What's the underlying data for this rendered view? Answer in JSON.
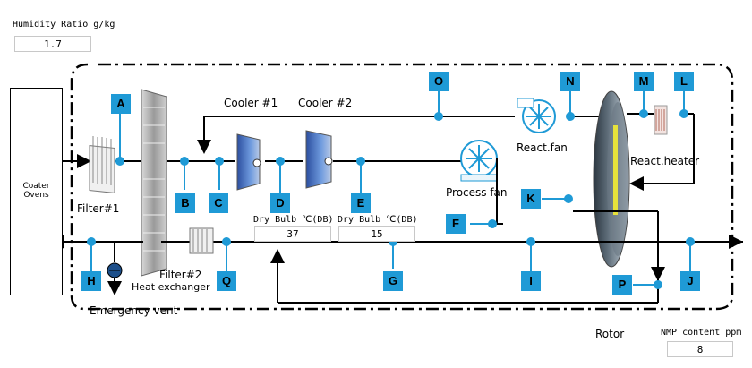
{
  "humidity": {
    "label": "Humidity Ratio g/kg",
    "value": "1.7"
  },
  "nmp": {
    "label": "NMP content ppm",
    "value": "8"
  },
  "oven_label": "Coater Ovens",
  "labels": {
    "filter1": "Filter#1",
    "filter2": "Filter#2",
    "heat_exchanger": "Heat exchanger",
    "emergency_vent": "Emergency vent",
    "cooler1": "Cooler #1",
    "cooler2": "Cooler #2",
    "react_fan": "React.fan",
    "react_heater": "React.heater",
    "process_fan": "Process fan",
    "rotor": "Rotor"
  },
  "dry_bulb": [
    {
      "label": "Dry Bulb ℃(DB)",
      "value": "37"
    },
    {
      "label": "Dry Bulb ℃(DB)",
      "value": "15"
    }
  ],
  "points": [
    "A",
    "B",
    "C",
    "D",
    "E",
    "F",
    "G",
    "H",
    "I",
    "J",
    "K",
    "L",
    "M",
    "N",
    "O",
    "P",
    "Q"
  ],
  "colors": {
    "badge": "#1f9ad6",
    "sensor": "#1f9ad6",
    "line": "#000000"
  }
}
